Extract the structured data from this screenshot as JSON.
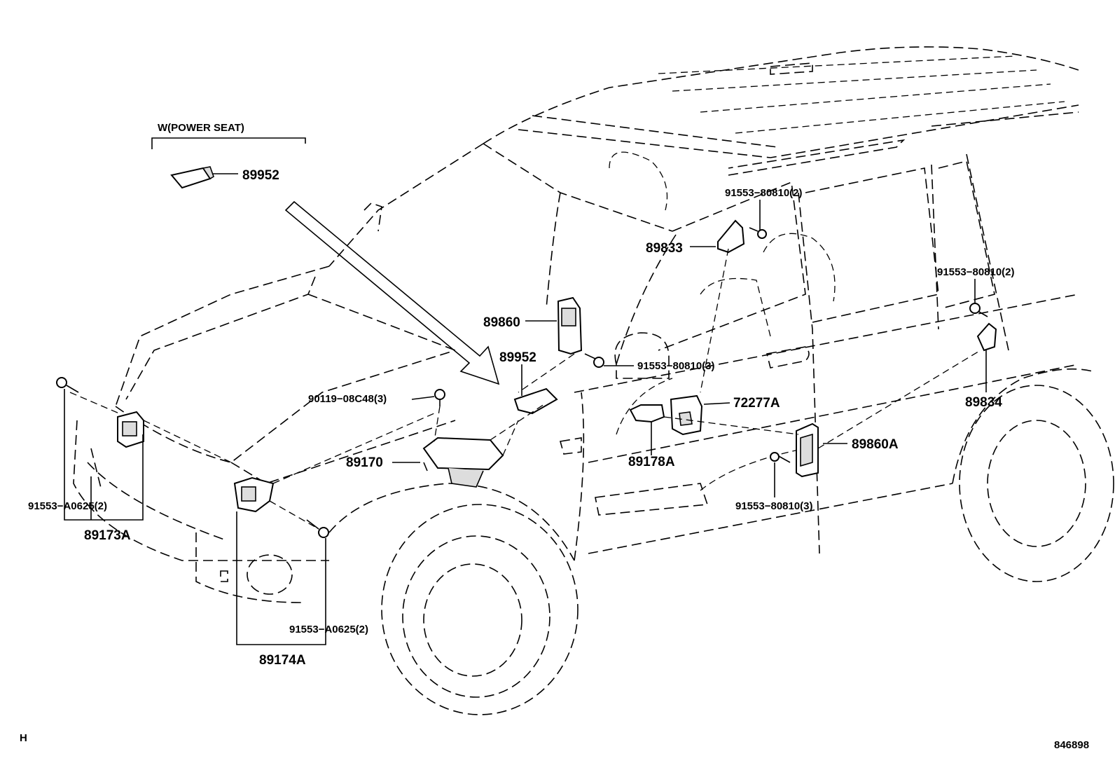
{
  "section_label": "W(POWER SEAT)",
  "corner_mark": "H",
  "ref_number": "846898",
  "callouts": {
    "p89952_a": "89952",
    "p89952_b": "89952",
    "p89833": "89833",
    "p91553_80810_2_a": "91553−80810(2)",
    "p91553_80810_2_b": "91553−80810(2)",
    "p89860": "89860",
    "p91553_80810_3_a": "91553−80810(3)",
    "p90119_08C48_3": "90119−08C48(3)",
    "p72277A": "72277A",
    "p89834": "89834",
    "p89170": "89170",
    "p89178A": "89178A",
    "p89860A": "89860A",
    "p91553_80810_3_b": "91553−80810(3)",
    "p91553_A0625_2_a": "91553−A0625(2)",
    "p89173A": "89173A",
    "p91553_A0625_2_b": "91553−A0625(2)",
    "p89174A": "89174A"
  }
}
